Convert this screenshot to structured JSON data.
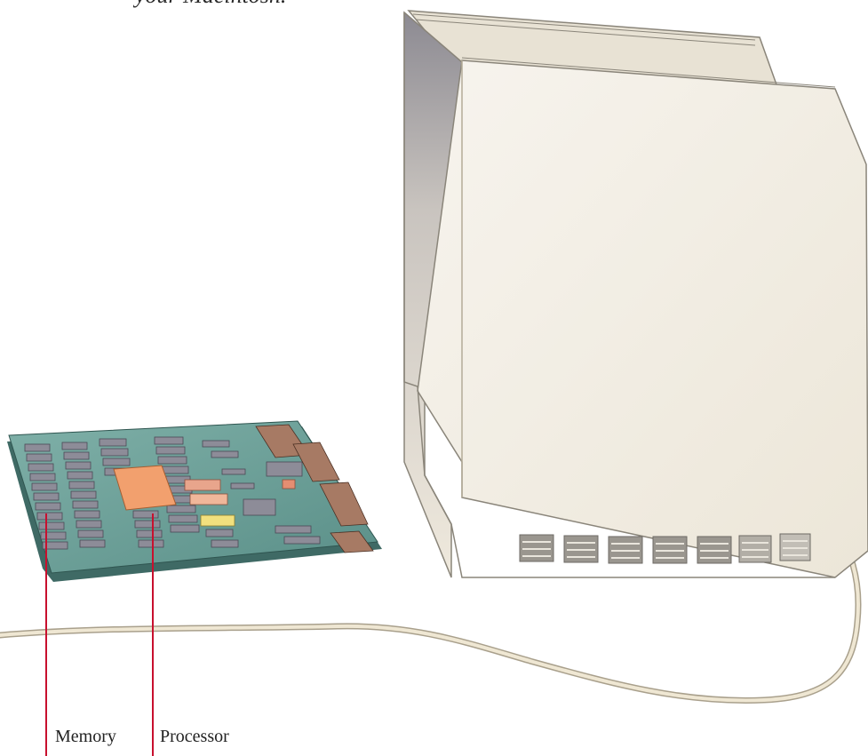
{
  "caption": {
    "text": "your Macintosh."
  },
  "callouts": [
    {
      "id": "memory",
      "label": "Memory"
    },
    {
      "id": "processor",
      "label": "Processor"
    }
  ],
  "colors": {
    "leader_line": "#c8102e",
    "board": "#5f948e",
    "case": "#f3efe6",
    "processor_chip": "#f2a06e",
    "memory_chip": "#8d8c98"
  },
  "icons": [
    "logic-board-illustration",
    "computer-case-illustration",
    "power-cord-illustration"
  ]
}
